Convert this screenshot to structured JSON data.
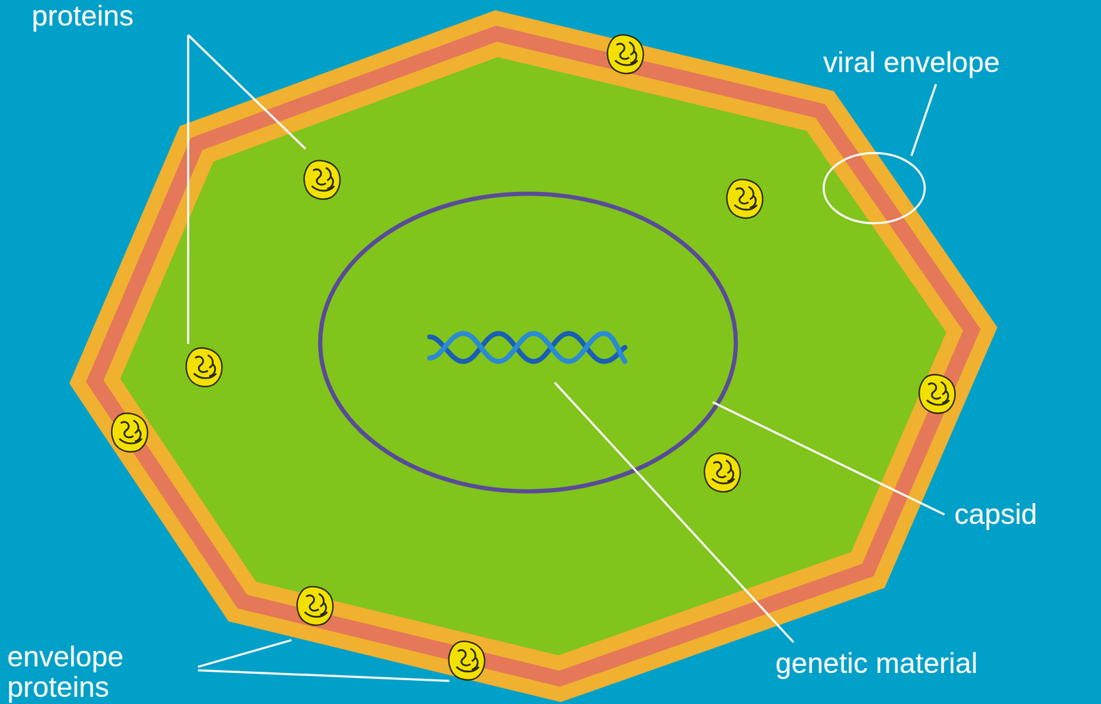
{
  "diagram": {
    "labels": [
      "proteins",
      "viral envelope",
      "capsid",
      "genetic material",
      "envelope proteins"
    ]
  }
}
